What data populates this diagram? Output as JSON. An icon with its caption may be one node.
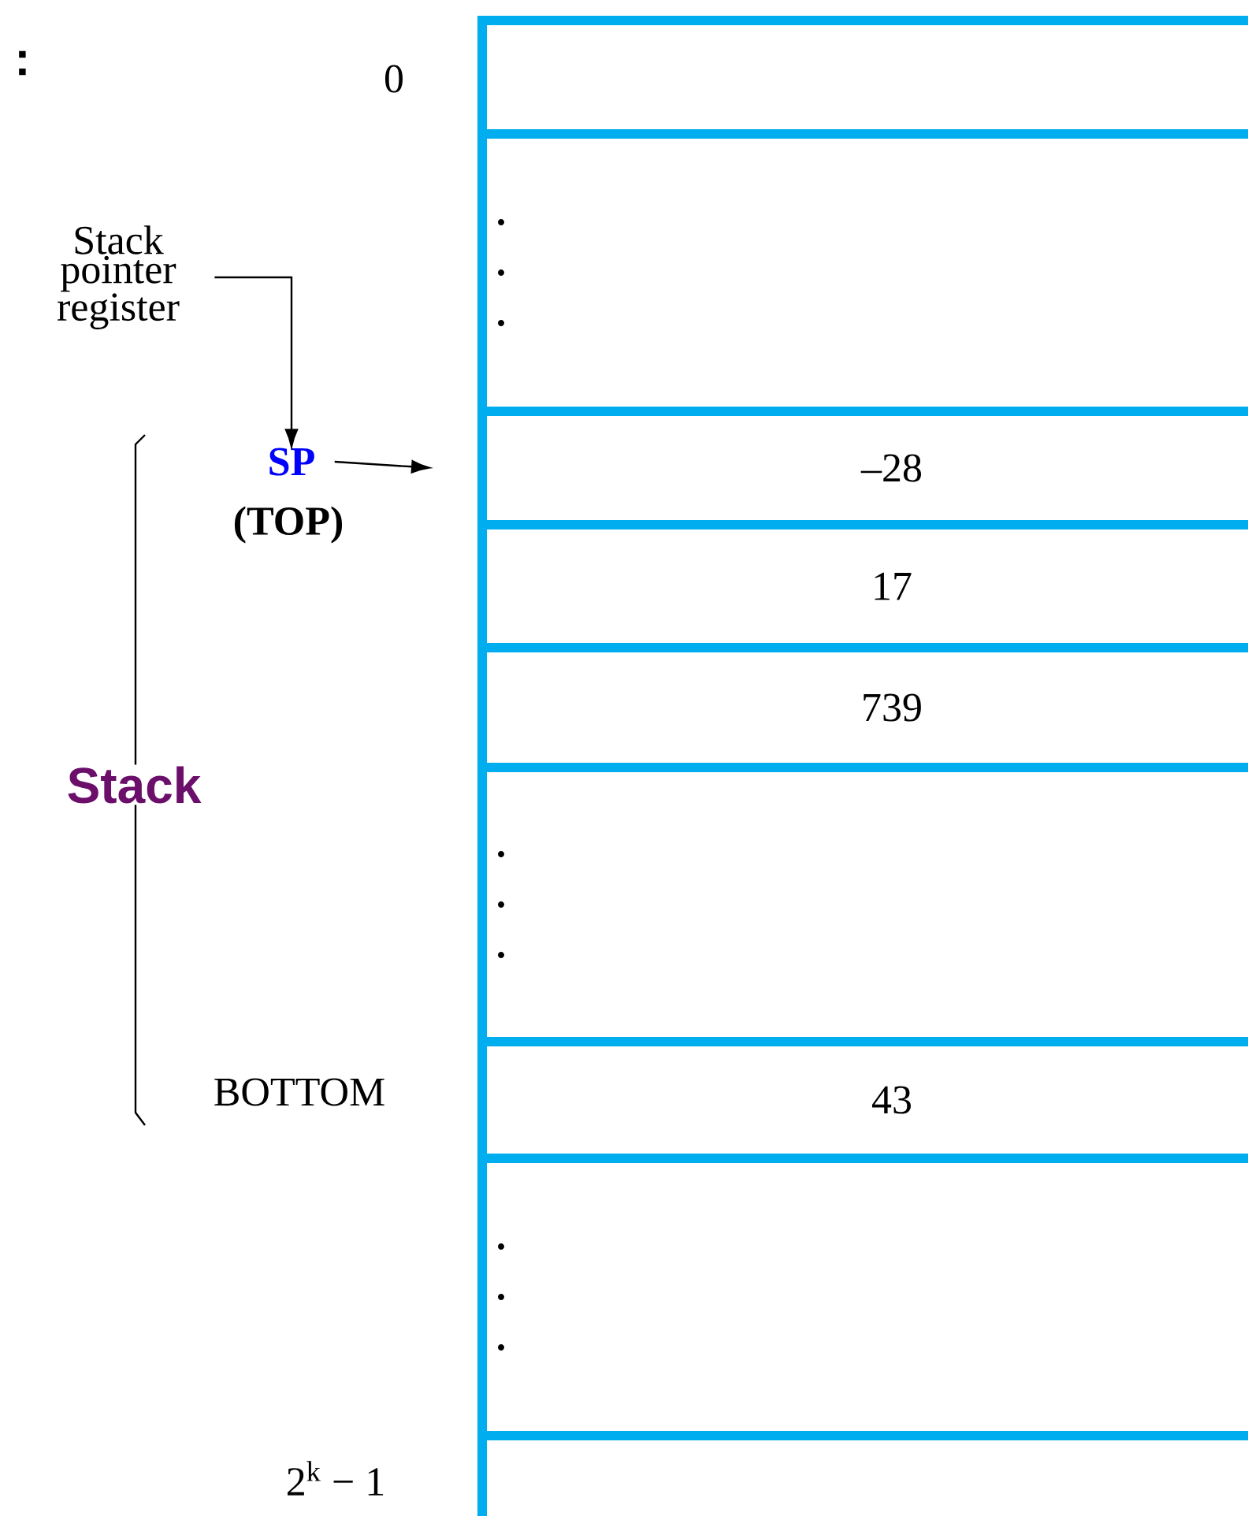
{
  "diagram": {
    "nodes": [
      {
        "text": [
          "Stack pointer register"
        ]
      },
      {
        "text": [
          "SP"
        ],
        "beside": [
          "(TOP)"
        ]
      },
      {
        "text": [],
        "shape": "box"
      },
      {
        "text": [],
        "shape": "box"
      },
      {
        "text": [
          "–28"
        ]
      },
      {
        "text": [
          "17"
        ]
      },
      {
        "text": [
          "739"
        ]
      },
      {
        "text": [],
        "shape": "box"
      },
      {
        "text": [
          "43"
        ]
      },
      {
        "text": [],
        "shape": "box"
      },
      {
        "text": [],
        "shape": "box"
      }
    ],
    "edges": [
      {
        "from": 0,
        "to": 1,
        "arrow": "to"
      },
      {
        "from": 1,
        "to": 4,
        "arrow": "to"
      }
    ],
    "labels": [
      ":",
      "0",
      "Stack",
      "BOTTOM",
      "2$^{k}$ − 1"
    ]
  }
}
